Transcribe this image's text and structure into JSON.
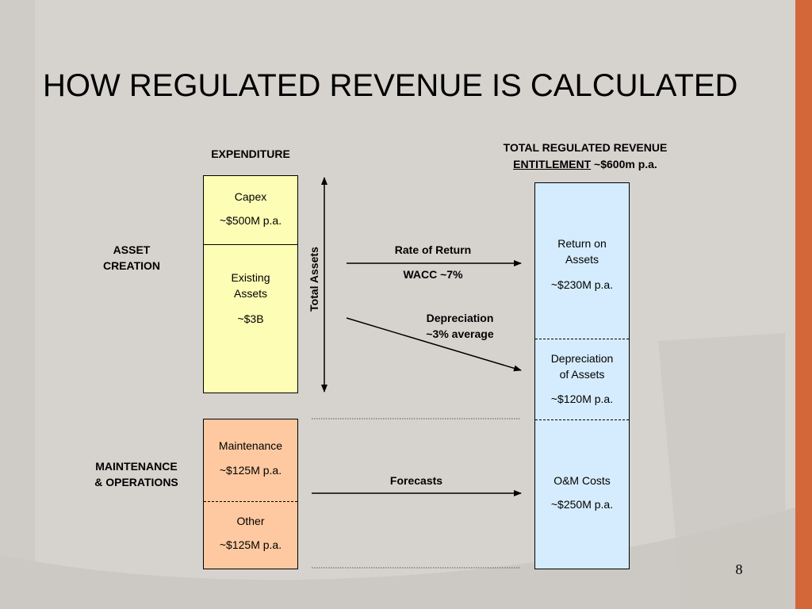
{
  "slide": {
    "title": "HOW REGULATED REVENUE IS CALCULATED",
    "page_number": "8",
    "accent_color": "#d4673a"
  },
  "expenditure": {
    "header": "EXPENDITURE",
    "capex": {
      "label": "Capex",
      "value": "~$500M p.a.",
      "color": "#fdfdb6"
    },
    "existing": {
      "label_line1": "Existing",
      "label_line2": "Assets",
      "value": "~$3B"
    },
    "maintenance": {
      "label": "Maintenance",
      "value": "~$125M p.a.",
      "color": "#fec9a0"
    },
    "other": {
      "label": "Other",
      "value": "~$125M p.a."
    }
  },
  "categories": {
    "asset_line1": "ASSET",
    "asset_line2": "CREATION",
    "mo_line1": "MAINTENANCE",
    "mo_line2": "& OPERATIONS"
  },
  "total_assets_label": "Total Assets",
  "flows": {
    "ror_label": "Rate of Return",
    "wacc_label": "WACC ~7%",
    "dep_line1": "Depreciation",
    "dep_line2": "~3% average",
    "forecasts_label": "Forecasts"
  },
  "revenue": {
    "header_line1": "TOTAL REGULATED REVENUE",
    "header_underlined": "ENTITLEMENT",
    "header_value": " ~$600m p.a.",
    "color": "#d5ecfe",
    "return": {
      "line1": "Return on",
      "line2": "Assets",
      "value": "~$230M p.a."
    },
    "depreciation": {
      "line1": "Depreciation",
      "line2": "of Assets",
      "value": "~$120M p.a."
    },
    "om": {
      "label": "O&M Costs",
      "value": "~$250M p.a."
    }
  }
}
